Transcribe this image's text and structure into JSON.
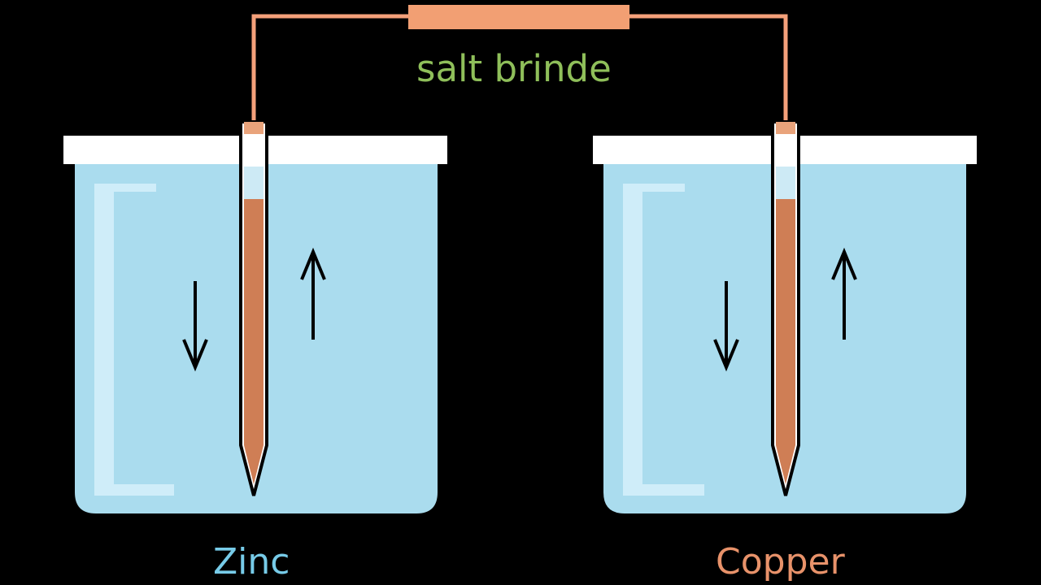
{
  "diagram": {
    "bridge_label": "salt brinde",
    "left_label": "Zinc",
    "right_label": "Copper",
    "colors": {
      "background": "#000000",
      "bridge_label": "#8fbf5a",
      "left_label": "#77cbe8",
      "right_label": "#e8926a",
      "wire": "#f4a07a",
      "bridge_bar": "#f29f73",
      "electrode": "#cf7e55",
      "solution": "#aadcee",
      "beaker_rim": "#ffffff"
    },
    "icons": {
      "left_down_arrow": "arrow-down-icon",
      "left_up_arrow": "arrow-up-icon",
      "right_down_arrow": "arrow-down-icon",
      "right_up_arrow": "arrow-up-icon"
    }
  }
}
